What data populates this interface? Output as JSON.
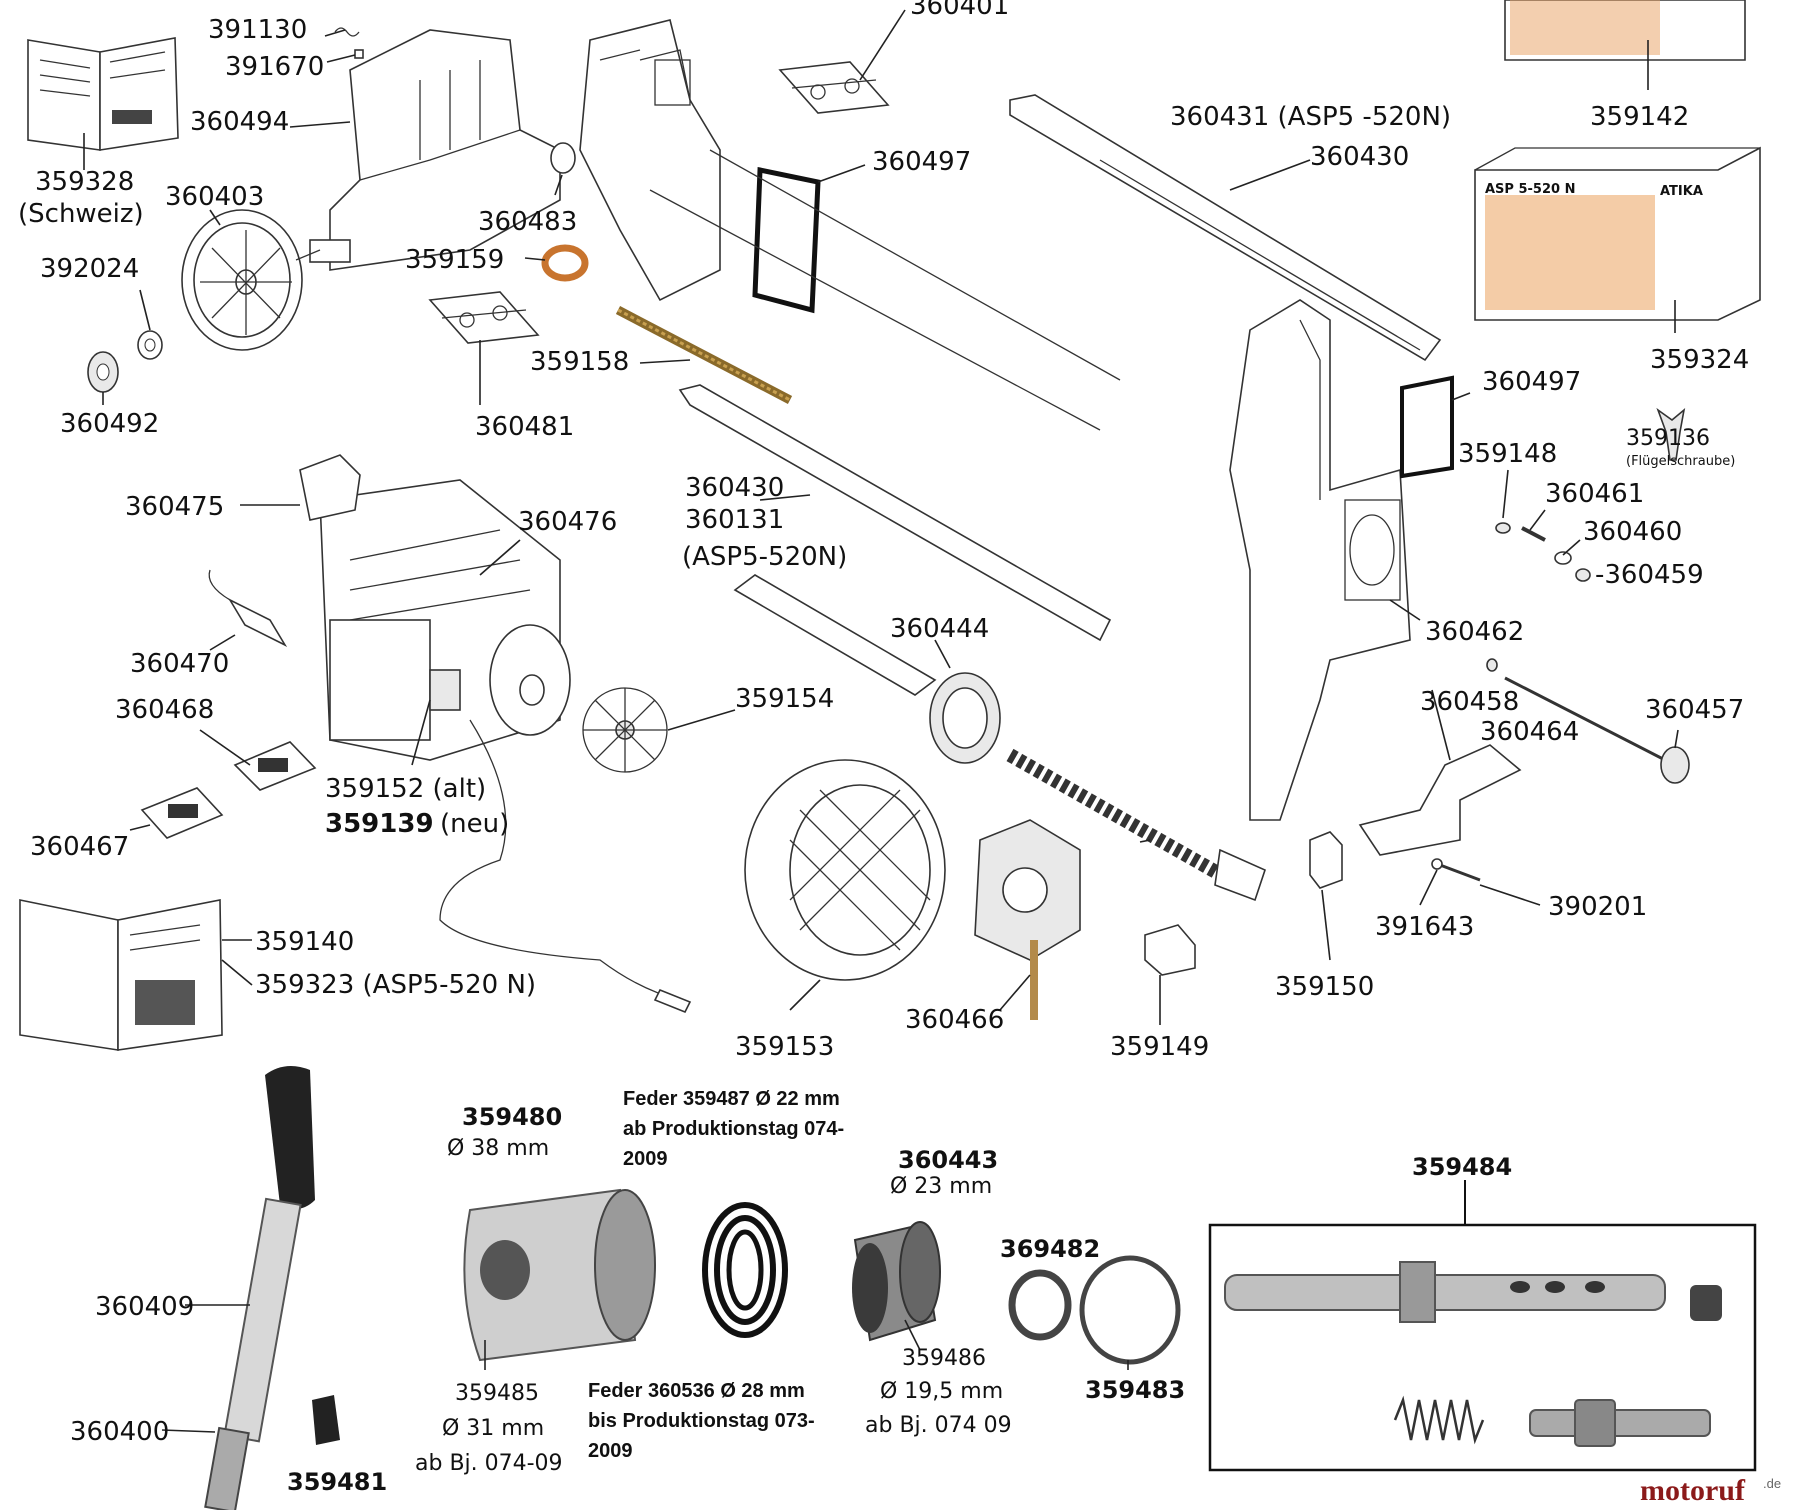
{
  "labels": {
    "l391130": "391130",
    "l391670": "391670",
    "l360494": "360494",
    "l359328": "359328",
    "l359328b": "(Schweiz)",
    "l360403": "360403",
    "l392024": "392024",
    "l360492": "360492",
    "l360483": "360483",
    "l359159": "359159",
    "l360401": "360401",
    "l360497a": "360497",
    "l359158": "359158",
    "l360481": "360481",
    "l360431": "360431 (ASP5 -520N)",
    "l360430a": "360430",
    "l359142": "359142",
    "l359324": "359324",
    "l360497b": "360497",
    "l359136": "359136",
    "l359136b": "(Flügelschraube)",
    "l359148": "359148",
    "l360461": "360461",
    "l360460": "360460",
    "l360459": "-360459",
    "l360475": "360475",
    "l360476": "360476",
    "l360430b": "360430",
    "l360131": "360131",
    "l360131b": "(ASP5-520N)",
    "l360470": "360470",
    "l360468": "360468",
    "l360444": "360444",
    "l359154": "359154",
    "l360462": "360462",
    "l360458": "360458",
    "l360464": "360464",
    "l360457": "360457",
    "l359152": "359152 (alt)",
    "l359139": "359139",
    "l359139b": "(neu)",
    "l360467": "360467",
    "l359140": "359140",
    "l359323": "359323 (ASP5-520 N)",
    "l359153": "359153",
    "l360466": "360466",
    "l359149": "359149",
    "l359150": "359150",
    "l391643": "391643",
    "l390201": "390201"
  },
  "box_texts": {
    "box1_title": "ASP 5-520 N",
    "box1_brand": "ATIKA"
  },
  "bottom": {
    "p359480": "359480",
    "d359480": "Ø 38 mm",
    "feder1a": "Feder 359487 Ø 22 mm",
    "feder1b": "ab Produktionstag 074-",
    "feder1c": "2009",
    "p360443": "360443",
    "d360443": "Ø 23 mm",
    "p369482": "369482",
    "p359484": "359484",
    "p360409": "360409",
    "p360400": "360400",
    "p359481": "359481",
    "p359485": "359485",
    "d359485": "Ø 31 mm",
    "a359485": "ab Bj. 074-09",
    "feder2a": "Feder 360536 Ø 28 mm",
    "feder2b": "bis Produktionstag 073-",
    "feder2c": "2009",
    "p359486": "359486",
    "d359486": "Ø 19,5 mm",
    "a359486": "ab Bj. 074 09",
    "p359483": "359483"
  },
  "watermark": {
    "brand": "motoruf",
    "suffix": ".de",
    "brand_color": "#8b1a1a"
  }
}
